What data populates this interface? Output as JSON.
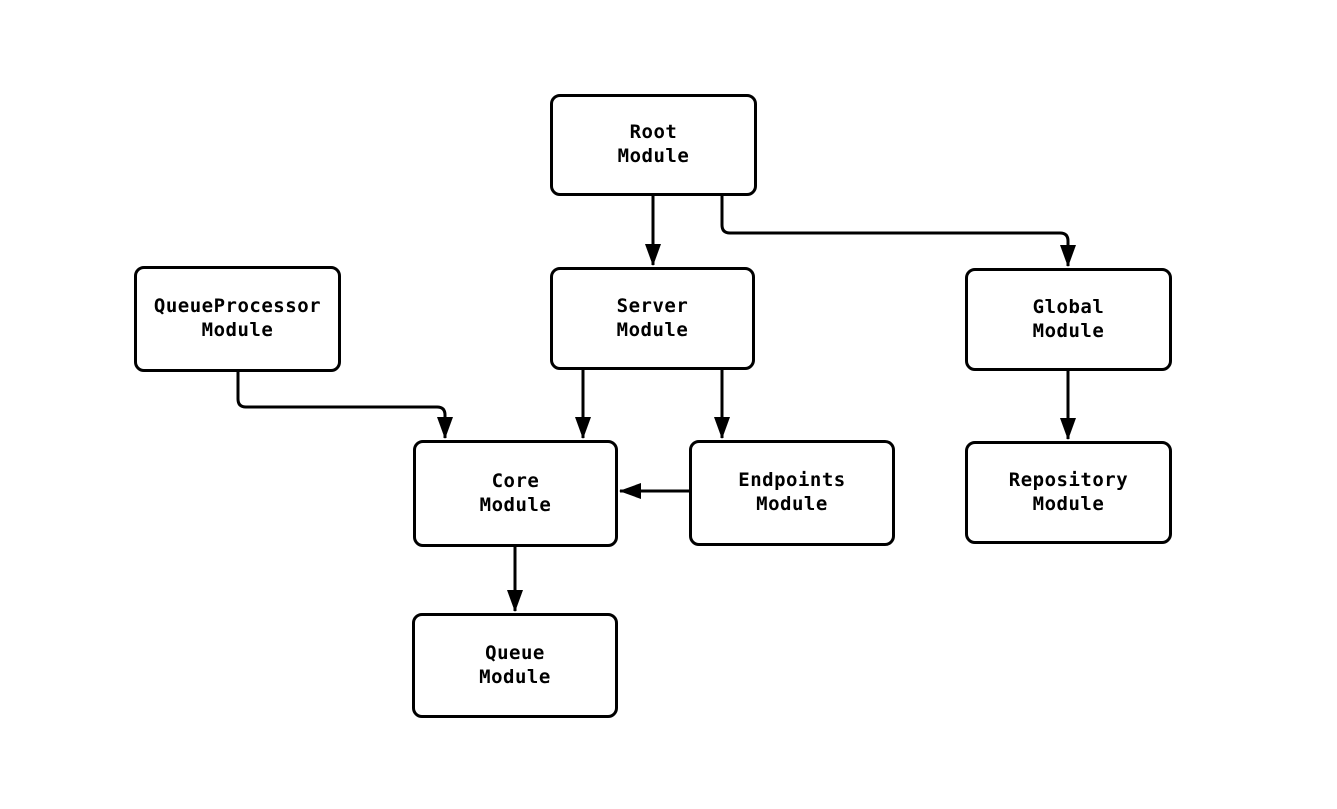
{
  "diagram": {
    "type": "module-dependency-graph",
    "background_color": "#ffffff",
    "node_fill_color": "#ffffff",
    "node_border_color": "#000000",
    "edge_color": "#000000",
    "text_color": "#000000",
    "nodes": [
      {
        "id": "root",
        "label": "Root\nModule"
      },
      {
        "id": "server",
        "label": "Server\nModule"
      },
      {
        "id": "global",
        "label": "Global\nModule"
      },
      {
        "id": "queue-processor",
        "label": "QueueProcessor\nModule"
      },
      {
        "id": "core",
        "label": "Core\nModule"
      },
      {
        "id": "endpoints",
        "label": "Endpoints\nModule"
      },
      {
        "id": "repository",
        "label": "Repository\nModule"
      },
      {
        "id": "queue",
        "label": "Queue\nModule"
      }
    ],
    "edges": [
      {
        "from": "root",
        "to": "server"
      },
      {
        "from": "root",
        "to": "global"
      },
      {
        "from": "queue-processor",
        "to": "core"
      },
      {
        "from": "server",
        "to": "core"
      },
      {
        "from": "server",
        "to": "endpoints"
      },
      {
        "from": "endpoints",
        "to": "core"
      },
      {
        "from": "global",
        "to": "repository"
      },
      {
        "from": "core",
        "to": "queue"
      }
    ]
  }
}
